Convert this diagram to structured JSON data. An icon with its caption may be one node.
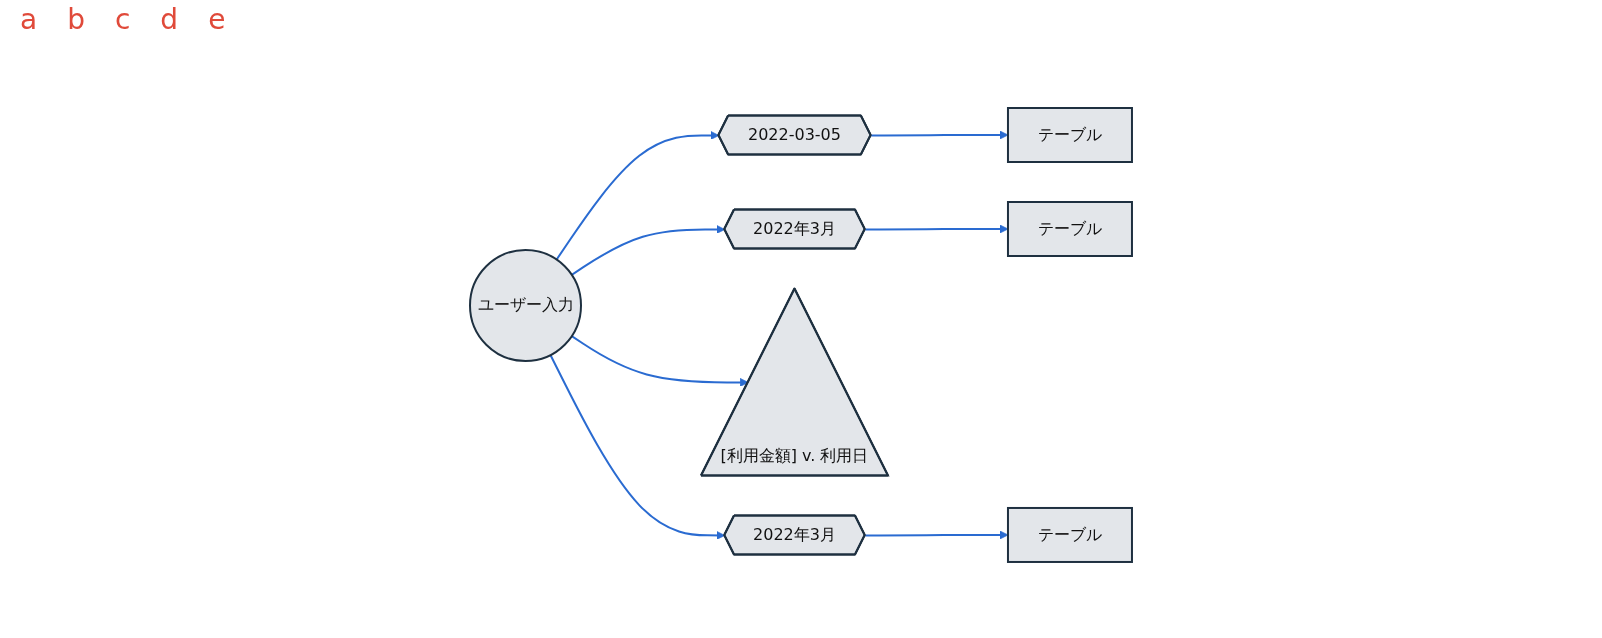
{
  "diagram": {
    "nodes": [
      {
        "text": [
          "ユーザー入力"
        ]
      },
      {
        "text": [
          "2022-03-05"
        ]
      },
      {
        "text": [
          "テーブル"
        ]
      },
      {
        "text": [
          "2022年3月"
        ]
      },
      {
        "text": [
          "テーブル"
        ]
      },
      {
        "text": [
          "[利用金額] v. 利用日"
        ]
      },
      {
        "text": [
          "2022年3月"
        ]
      },
      {
        "text": [
          "テーブル"
        ]
      }
    ],
    "edges": [
      {
        "from": 0,
        "to": 1,
        "arrow": "to"
      },
      {
        "from": 1,
        "to": 2,
        "arrow": "to"
      },
      {
        "from": 0,
        "to": 3,
        "arrow": "to"
      },
      {
        "from": 3,
        "to": 4,
        "arrow": "to"
      },
      {
        "from": 0,
        "to": 5,
        "arrow": "to"
      },
      {
        "from": 0,
        "to": 6,
        "arrow": "to"
      },
      {
        "from": 6,
        "to": 7,
        "arrow": "to"
      }
    ],
    "labels": [
      "a",
      "b",
      "c",
      "d",
      "e"
    ]
  }
}
